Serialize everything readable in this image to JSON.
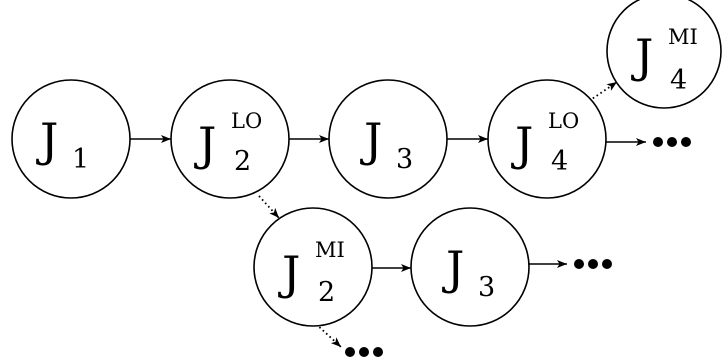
{
  "diagram": {
    "nodes": [
      {
        "id": "n1",
        "main": "J",
        "sub": "1",
        "sup": ""
      },
      {
        "id": "n2",
        "main": "J",
        "sub": "2",
        "sup": "LO"
      },
      {
        "id": "n3",
        "main": "J",
        "sub": "3",
        "sup": ""
      },
      {
        "id": "n4",
        "main": "J",
        "sub": "4",
        "sup": "LO"
      },
      {
        "id": "n5",
        "main": "J",
        "sub": "4",
        "sup": "MI"
      },
      {
        "id": "n6",
        "main": "J",
        "sub": "2",
        "sup": "MI"
      },
      {
        "id": "n7",
        "main": "J",
        "sub": "3",
        "sup": ""
      }
    ],
    "edges": [
      {
        "from": "n1",
        "to": "n2",
        "style": "solid"
      },
      {
        "from": "n2",
        "to": "n3",
        "style": "solid"
      },
      {
        "from": "n3",
        "to": "n4",
        "style": "solid"
      },
      {
        "from": "n4",
        "to": "n5",
        "style": "dotted"
      },
      {
        "from": "n4",
        "to": "ellipsis",
        "style": "solid"
      },
      {
        "from": "n2",
        "to": "n6",
        "style": "dotted"
      },
      {
        "from": "n6",
        "to": "n7",
        "style": "solid"
      },
      {
        "from": "n7",
        "to": "ellipsis",
        "style": "solid"
      },
      {
        "from": "n6",
        "to": "ellipsis",
        "style": "dotted"
      }
    ]
  }
}
